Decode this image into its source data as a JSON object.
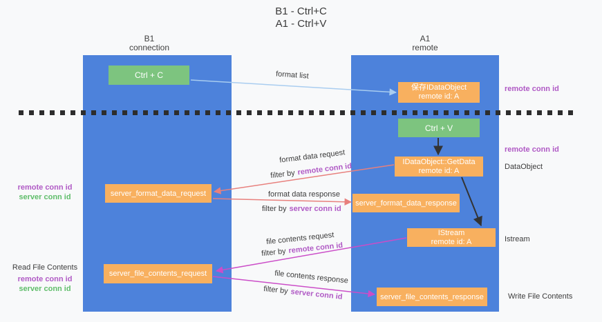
{
  "title": {
    "line1": "B1 - Ctrl+C",
    "line2": "A1 - Ctrl+V"
  },
  "columns": {
    "left": {
      "name": "B1",
      "role": "connection"
    },
    "right": {
      "name": "A1",
      "role": "remote"
    }
  },
  "nodes": {
    "ctrl_c": {
      "label": "Ctrl + C"
    },
    "ctrl_v": {
      "label": "Ctrl + V"
    },
    "save_dataobject": {
      "line1": "保存IDataObject",
      "line2": "remote id: A"
    },
    "getdata": {
      "line1": "IDataObject::GetData",
      "line2": "remote id: A"
    },
    "istream": {
      "line1": "IStream",
      "line2": "remote id: A"
    },
    "format_request": {
      "label": "server_format_data_request"
    },
    "format_response": {
      "label": "server_format_data_response"
    },
    "file_request": {
      "label": "server_file_contents_request"
    },
    "file_response": {
      "label": "server_file_contents_response"
    }
  },
  "arrow_labels": {
    "format_list": "format list",
    "format_data_request": "format data request",
    "format_data_response": "format data response",
    "file_contents_request": "file contents request",
    "file_contents_response": "file contents response",
    "filter_prefix": "filter by",
    "remote_conn_id": "remote conn id",
    "server_conn_id": "server conn id"
  },
  "side_labels": {
    "left_top": {
      "remote": "remote conn id",
      "server": "server conn id"
    },
    "left_bottom": {
      "title": "Read File Contents",
      "remote": "remote conn id",
      "server": "server conn id"
    },
    "right": {
      "remote_1": "remote conn id",
      "remote_2": "remote conn id",
      "dataobject": "DataObject",
      "istream": "Istream",
      "write": "Write File Contents"
    }
  },
  "colors": {
    "column_blue": "#4d82db",
    "box_green": "#7dc47f",
    "box_orange": "#f8b05f",
    "purple_text": "#b05ac5",
    "green_text": "#5fbd6a",
    "arrow_blue": "#a9cdf0",
    "arrow_red": "#e8807d",
    "arrow_magenta": "#cb4dc8",
    "arrow_black": "#333333",
    "dashed_line": "#2d2d2d"
  }
}
